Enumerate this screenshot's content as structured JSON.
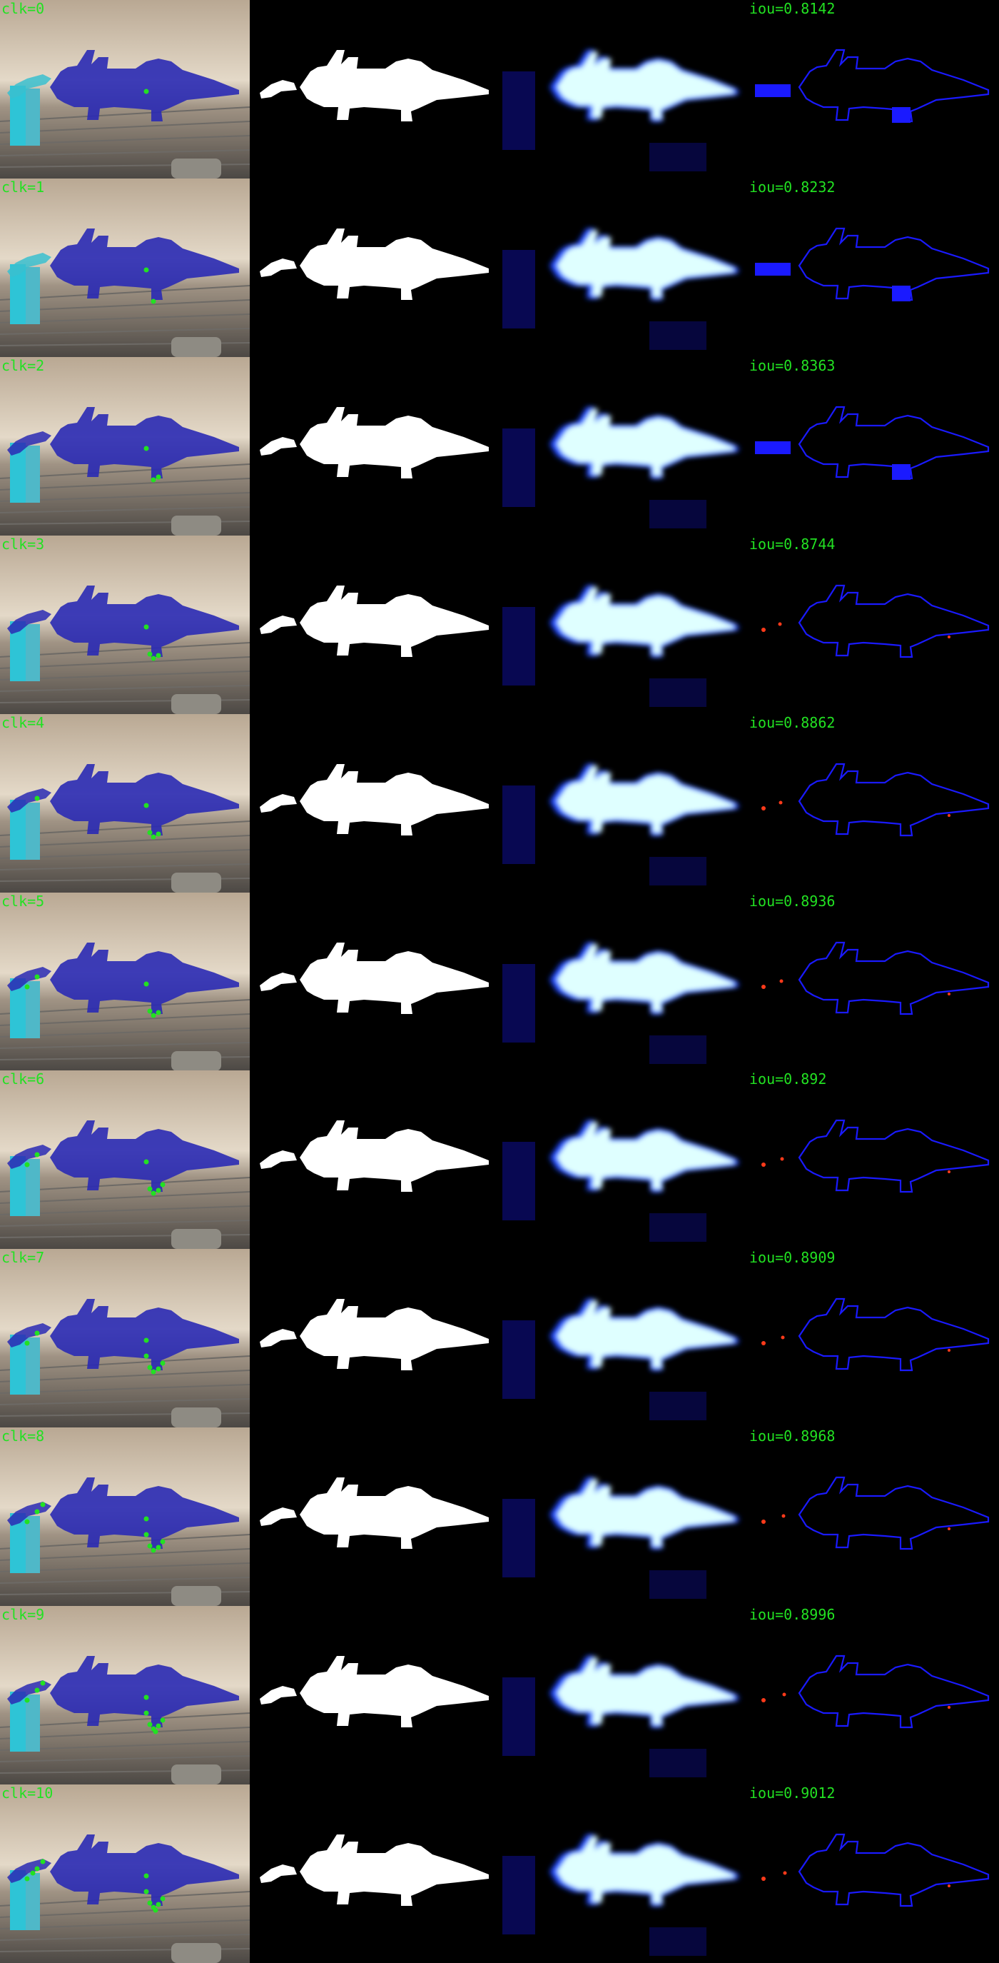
{
  "rows": [
    {
      "clk": "clk=0",
      "iou": "iou=0.8142"
    },
    {
      "clk": "clk=1",
      "iou": "iou=0.8232"
    },
    {
      "clk": "clk=2",
      "iou": "iou=0.8363"
    },
    {
      "clk": "clk=3",
      "iou": "iou=0.8744"
    },
    {
      "clk": "clk=4",
      "iou": "iou=0.8862"
    },
    {
      "clk": "clk=5",
      "iou": "iou=0.8936"
    },
    {
      "clk": "clk=6",
      "iou": "iou=0.892"
    },
    {
      "clk": "clk=7",
      "iou": "iou=0.8909"
    },
    {
      "clk": "clk=8",
      "iou": "iou=0.8968"
    },
    {
      "clk": "clk=9",
      "iou": "iou=0.8996"
    },
    {
      "clk": "clk=10",
      "iou": "iou=0.9012"
    }
  ],
  "colors": {
    "label": "#22e122",
    "mask_fill": "#ffffff",
    "overlay": "#2a2ab4",
    "heat_core": "#dfffff",
    "heat_edge": "#1a44ff",
    "error_fp": "#1a1aff",
    "error_fn": "#ff3a1a",
    "click_point": "#22e122"
  },
  "panels": [
    "image-with-overlay",
    "predicted-mask",
    "probability-map",
    "error-map"
  ]
}
